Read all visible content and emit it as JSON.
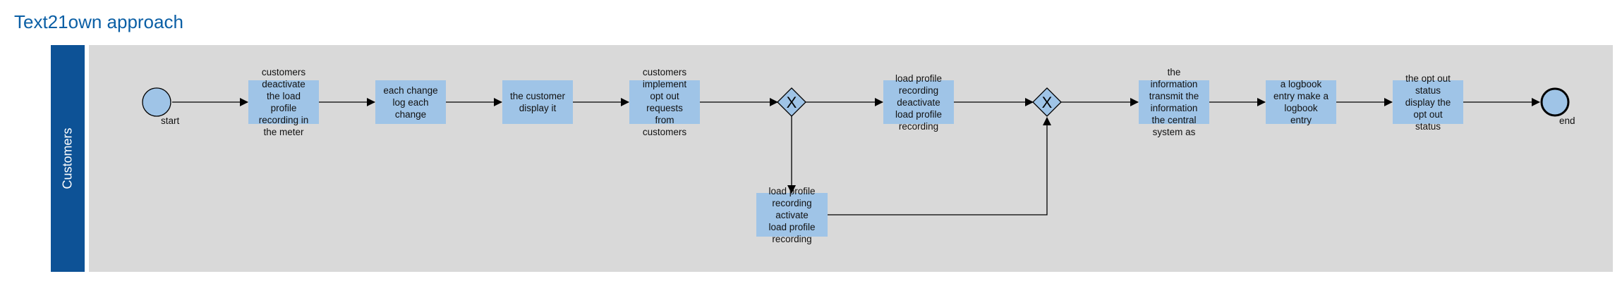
{
  "title": "Text21own approach",
  "lane": {
    "label": "Customers"
  },
  "events": {
    "start": "start",
    "end": "end"
  },
  "tasks": [
    {
      "id": "t1",
      "text": "customers\ndeactivate\nthe load\nprofile\nrecording in\nthe meter"
    },
    {
      "id": "t2",
      "text": "each change\nlog each\nchange"
    },
    {
      "id": "t3",
      "text": "the customer\ndisplay it"
    },
    {
      "id": "t4",
      "text": "customers\nimplement\nopt out\nrequests\nfrom\ncustomers"
    },
    {
      "id": "t5",
      "text": "load profile\nrecording\ndeactivate\nload profile\nrecording"
    },
    {
      "id": "t6",
      "text": "load profile\nrecording\nactivate\nload profile\nrecording"
    },
    {
      "id": "t7",
      "text": "the\ninformation\ntransmit the\ninformation\nthe central\nsystem as"
    },
    {
      "id": "t8",
      "text": "a logbook\nentry make a\nlogbook\nentry"
    },
    {
      "id": "t9",
      "text": "the opt out\nstatus\ndisplay the\nopt out\nstatus"
    }
  ],
  "gateways": {
    "g1": "X",
    "g2": "X"
  },
  "colors": {
    "lane_header": "#0d5296",
    "lane_body": "#d9d9d9",
    "task_fill": "#9fc4e7",
    "title": "#0b5fa5"
  }
}
